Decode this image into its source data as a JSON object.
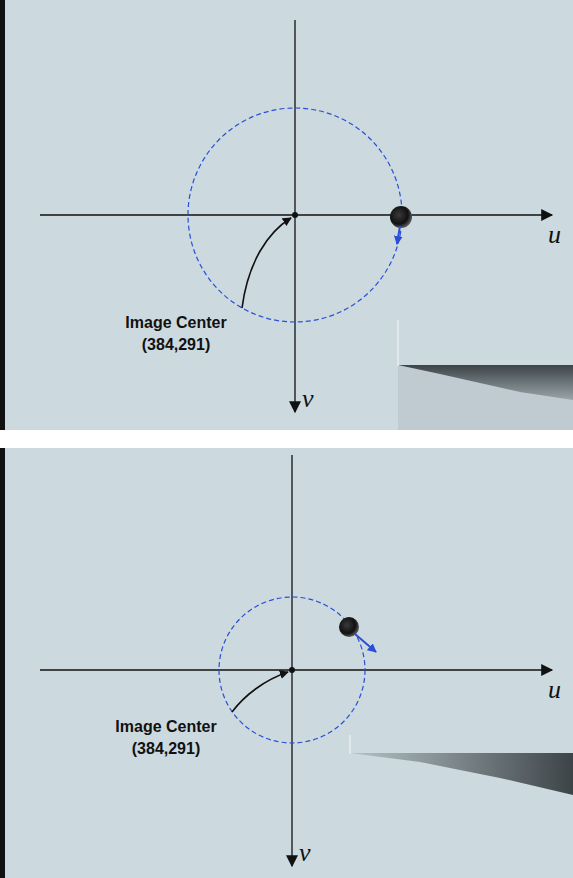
{
  "diagram": {
    "labels": [
      "u",
      "Image Center (384,291)",
      "v",
      "u",
      "Image Center (384,291)",
      "v"
    ]
  }
}
